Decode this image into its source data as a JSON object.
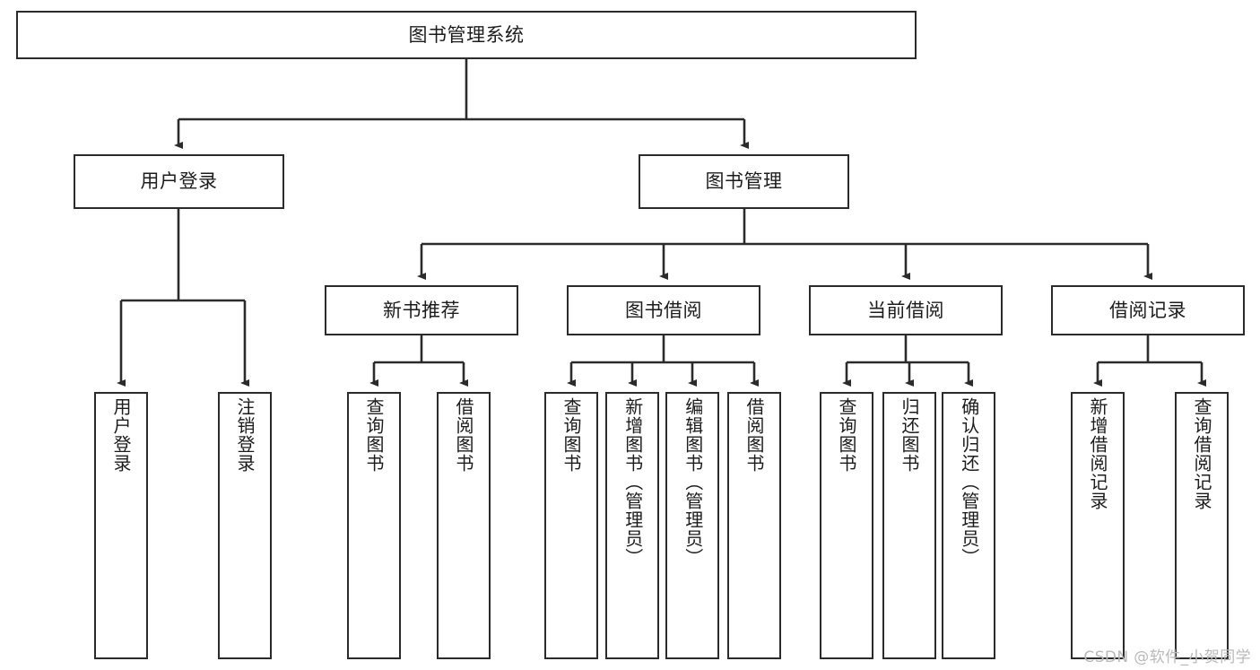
{
  "diagram": {
    "type": "tree-hierarchy",
    "title": "图书管理系统",
    "root": {
      "label": "图书管理系统"
    },
    "level2": [
      {
        "label": "用户登录"
      },
      {
        "label": "图书管理"
      }
    ],
    "level3": [
      {
        "label": "新书推荐"
      },
      {
        "label": "图书借阅"
      },
      {
        "label": "当前借阅"
      },
      {
        "label": "借阅记录"
      }
    ],
    "leaves": {
      "user_login": [
        {
          "label": "用户登录"
        },
        {
          "label": "注销登录"
        }
      ],
      "new_book_recommend": [
        {
          "label": "查询图书"
        },
        {
          "label": "借阅图书"
        }
      ],
      "book_borrow": [
        {
          "label": "查询图书"
        },
        {
          "label": "新增图书（管理员）"
        },
        {
          "label": "编辑图书（管理员）"
        },
        {
          "label": "借阅图书"
        }
      ],
      "current_borrow": [
        {
          "label": "查询图书"
        },
        {
          "label": "归还图书"
        },
        {
          "label": "确认归还（管理员）"
        }
      ],
      "borrow_record": [
        {
          "label": "新增借阅记录"
        },
        {
          "label": "查询借阅记录"
        }
      ]
    }
  },
  "watermark": {
    "text": "CSDN @软件_小贺同学"
  },
  "colors": {
    "stroke": "#2b2b2b",
    "background": "#ffffff",
    "text": "#1c1c1c",
    "watermark": "#b9b9b9"
  }
}
